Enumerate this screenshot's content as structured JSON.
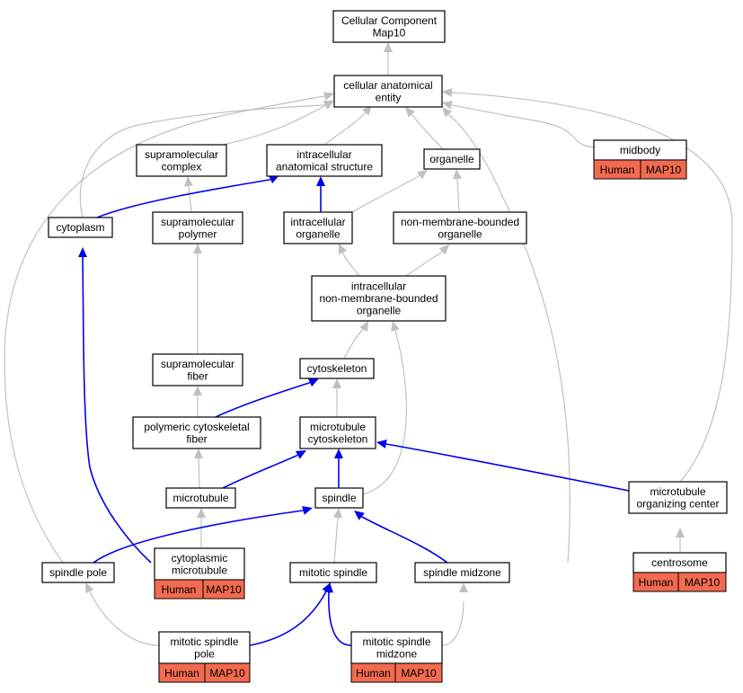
{
  "nodes": {
    "cc_map10": {
      "lines": [
        "Cellular Component",
        "Map10"
      ]
    },
    "cae": {
      "lines": [
        "cellular anatomical",
        "entity"
      ]
    },
    "supramol_cx": {
      "lines": [
        "supramolecular",
        "complex"
      ]
    },
    "ias": {
      "lines": [
        "intracellular",
        "anatomical structure"
      ]
    },
    "organelle": {
      "lines": [
        "organelle"
      ]
    },
    "midbody": {
      "lines": [
        "midbody"
      ],
      "tags": [
        "Human",
        "MAP10"
      ]
    },
    "cytoplasm": {
      "lines": [
        "cytoplasm"
      ]
    },
    "supramol_poly": {
      "lines": [
        "supramolecular",
        "polymer"
      ]
    },
    "ic_org": {
      "lines": [
        "intracellular",
        "organelle"
      ]
    },
    "nmb_org": {
      "lines": [
        "non-membrane-bounded",
        "organelle"
      ]
    },
    "ic_nmb_org": {
      "lines": [
        "intracellular",
        "non-membrane-bounded",
        "organelle"
      ]
    },
    "supramol_fiber": {
      "lines": [
        "supramolecular",
        "fiber"
      ]
    },
    "cytoskeleton": {
      "lines": [
        "cytoskeleton"
      ]
    },
    "poly_cs_fiber": {
      "lines": [
        "polymeric cytoskeletal",
        "fiber"
      ]
    },
    "mt_cs": {
      "lines": [
        "microtubule",
        "cytoskeleton"
      ]
    },
    "microtubule": {
      "lines": [
        "microtubule"
      ]
    },
    "spindle": {
      "lines": [
        "spindle"
      ]
    },
    "mtoc": {
      "lines": [
        "microtubule",
        "organizing center"
      ]
    },
    "spindle_pole": {
      "lines": [
        "spindle pole"
      ]
    },
    "cyto_mt": {
      "lines": [
        "cytoplasmic",
        "microtubule"
      ],
      "tags": [
        "Human",
        "MAP10"
      ]
    },
    "mitotic_spindle": {
      "lines": [
        "mitotic spindle"
      ]
    },
    "spindle_midzone": {
      "lines": [
        "spindle midzone"
      ]
    },
    "centrosome": {
      "lines": [
        "centrosome"
      ],
      "tags": [
        "Human",
        "MAP10"
      ]
    },
    "msp": {
      "lines": [
        "mitotic spindle",
        "pole"
      ],
      "tags": [
        "Human",
        "MAP10"
      ]
    },
    "msm": {
      "lines": [
        "mitotic spindle",
        "midzone"
      ],
      "tags": [
        "Human",
        "MAP10"
      ]
    }
  },
  "colors": {
    "is_a_edge": "#c0c0c0",
    "part_of_edge": "#0000ee",
    "annotation_tag": "#f26a4f"
  }
}
